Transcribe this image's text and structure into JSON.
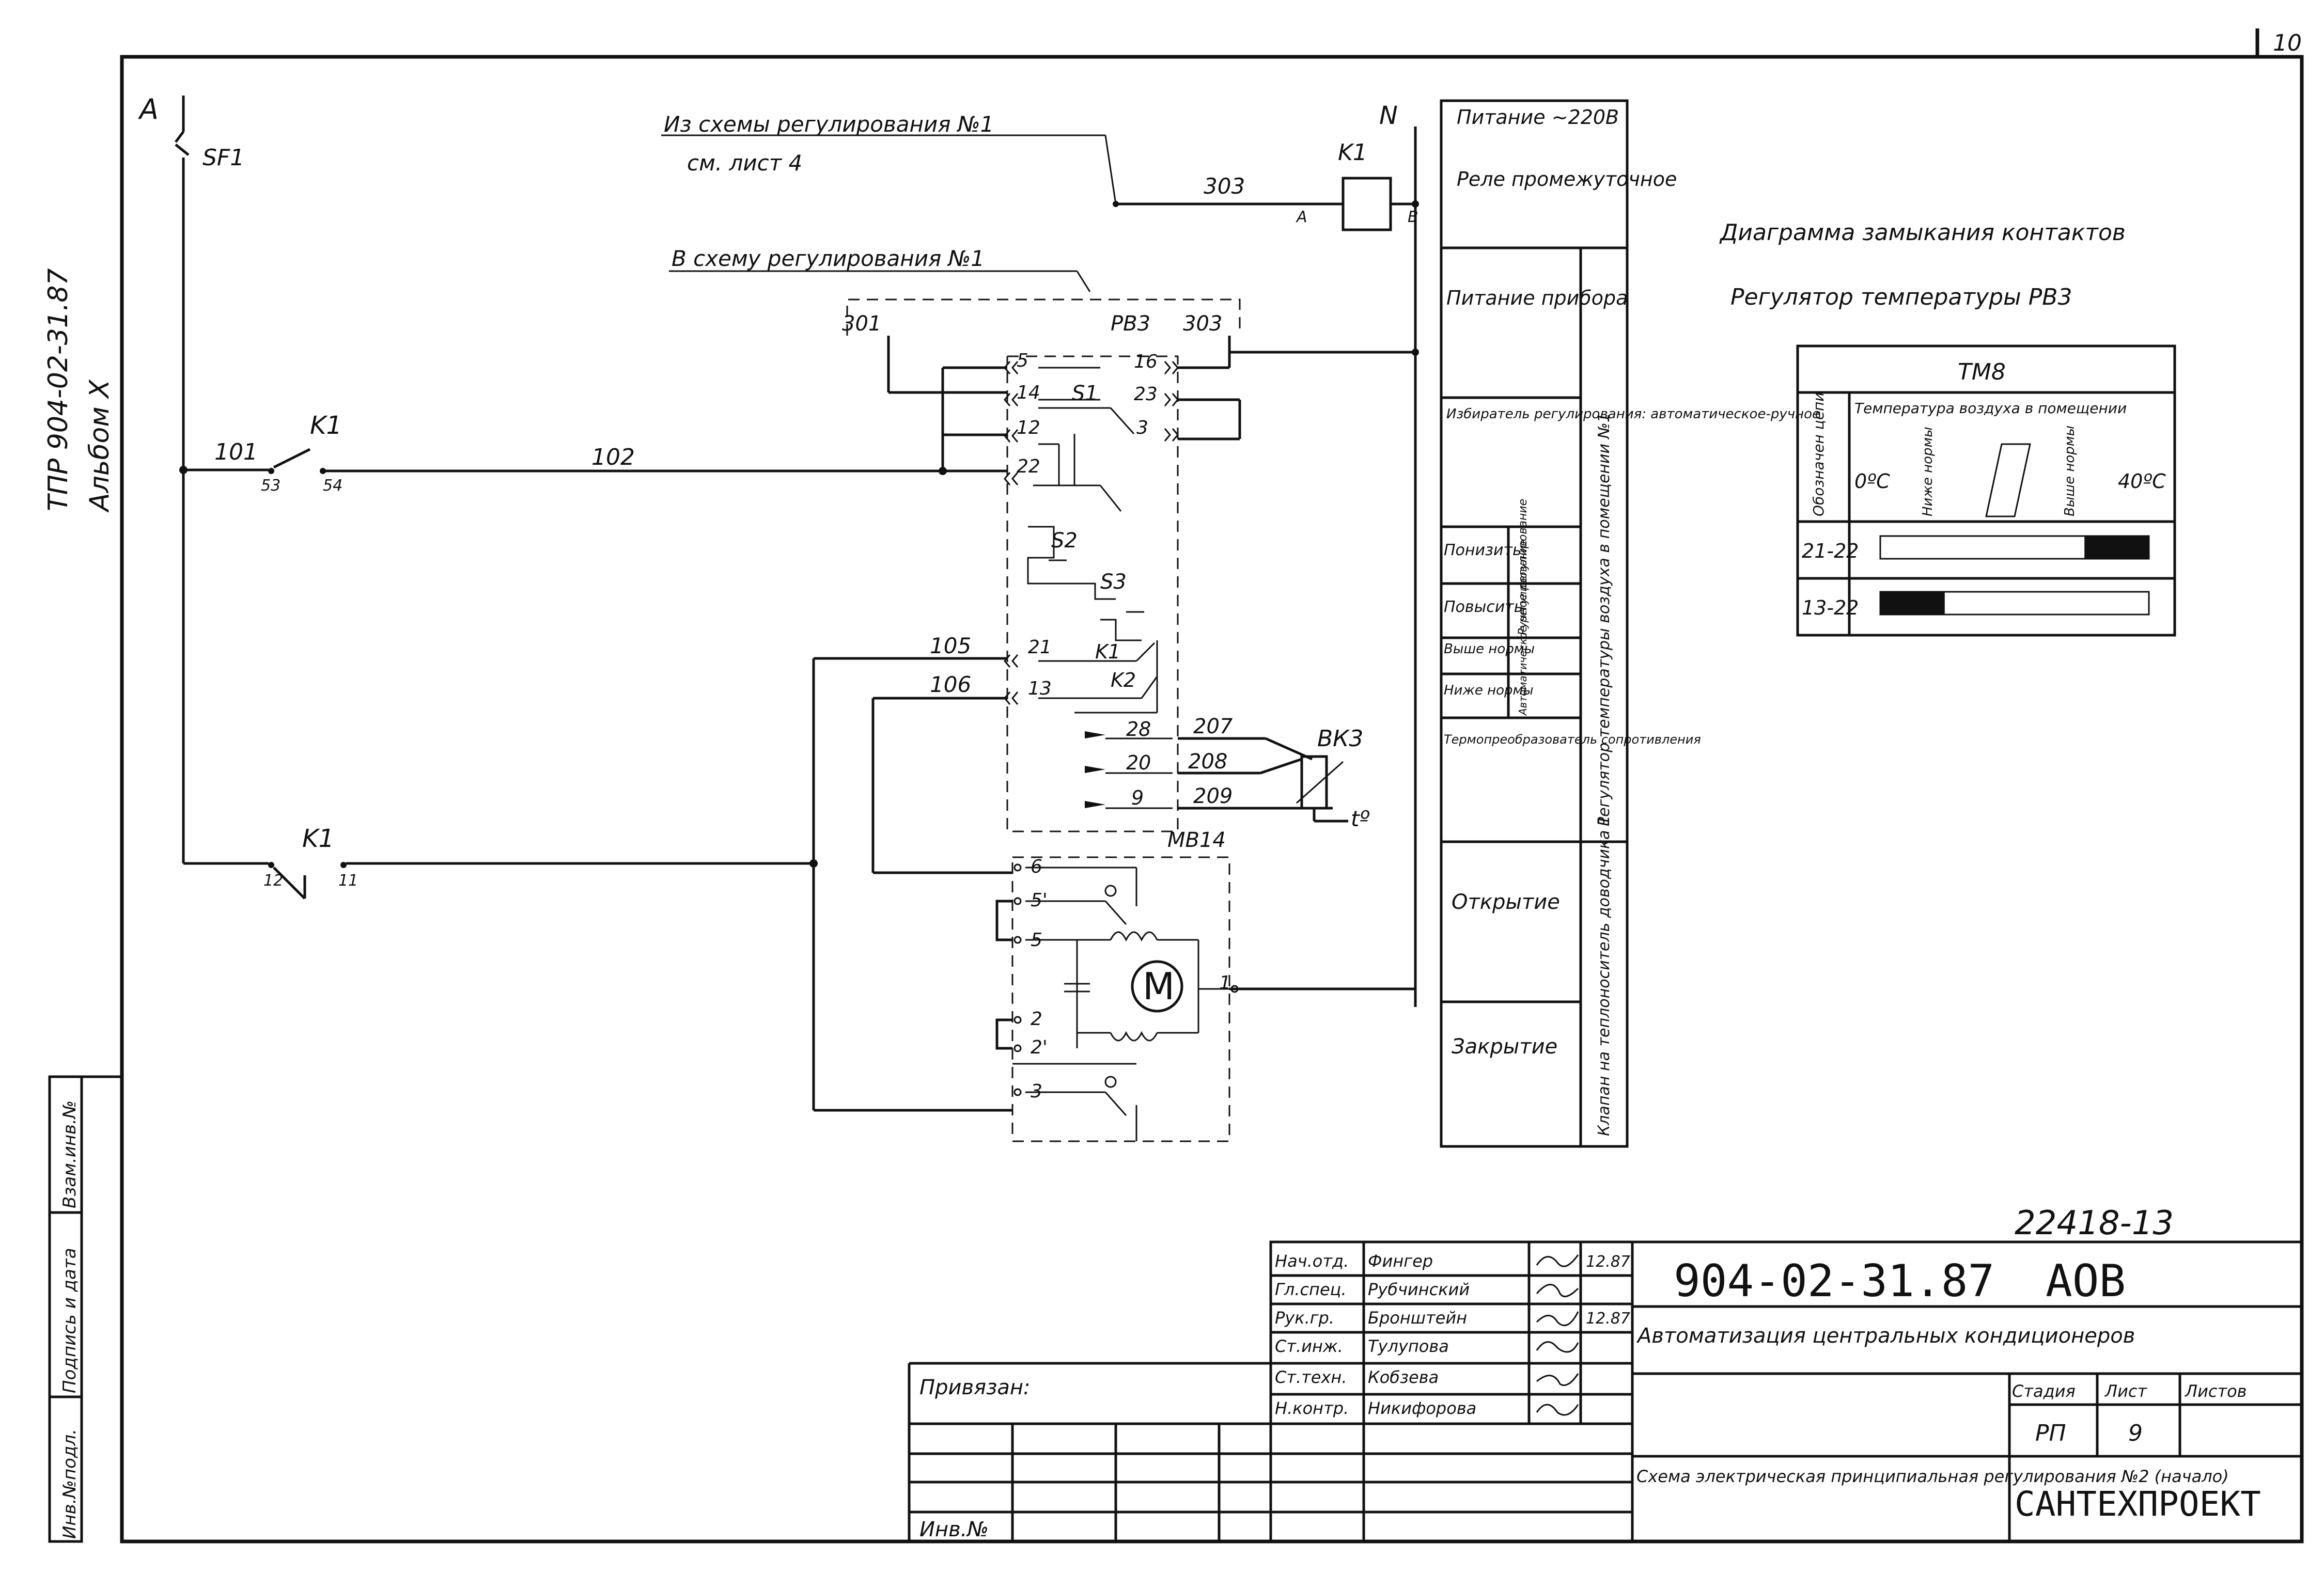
{
  "sheet": {
    "corner_number": "10",
    "left_code": "ТПР 904-02-31.87",
    "left_album": "Альбом Х",
    "left_stamp": [
      "Инв.№подл.",
      "Подпись и дата",
      "Взам.инв.№"
    ]
  },
  "diagram": {
    "node_A": "A",
    "node_N": "N",
    "sf1": "SF1",
    "k1_top": "K1",
    "k1_top_a": "А",
    "k1_top_b": "В",
    "k1_mid": "K1",
    "k1_bottom": "K1",
    "note_from_1": "Из схемы регулирования №1",
    "note_from_2": "см. лист 4",
    "note_to": "В схему регулирования №1",
    "wires": {
      "w303_top": "303",
      "w301": "301",
      "w303_rb": "303",
      "w101": "101",
      "w102": "102",
      "w105": "105",
      "w106": "106",
      "w207": "207",
      "w208": "208",
      "w209": "209"
    },
    "contacts": {
      "c53": "53",
      "c54": "54",
      "c12": "12",
      "c11": "11"
    },
    "rb3": "РВ3",
    "rb3_pins_left": [
      "5",
      "14",
      "12",
      "22",
      "21",
      "13"
    ],
    "rb3_pins_right": [
      "16",
      "23",
      "3"
    ],
    "rb3_pins_bottom": [
      "28",
      "20",
      "9"
    ],
    "switches": {
      "s1": "S1",
      "s2": "S2",
      "s3": "S3",
      "k1": "K1",
      "k2": "K2"
    },
    "bk3": "ВК3",
    "t": "tº",
    "mb": "МВ14",
    "motor_pins": [
      "6",
      "5'",
      "5",
      "2",
      "2'",
      "3"
    ],
    "motor_pin_right": "1",
    "motor_symbol": "M"
  },
  "legend": {
    "rows": [
      "Питание ~220В",
      "Реле промежуточное",
      "Питание прибора",
      "Избиратель регулирования: автоматическое-ручное",
      "Понизить",
      "Повысить",
      "Выше нормы",
      "Ниже нормы",
      "Термопреобразователь сопротивления",
      "Открытие",
      "Закрытие"
    ],
    "sub_manual": "Ручное регулирование",
    "sub_auto": "Автоматическое регулирование",
    "side_regulator": "Регулятор температуры воздуха в помещении №1",
    "side_valve": "Клапан на теплоноситель доводчика 1"
  },
  "contacts_diagram": {
    "title": "Диаграмма замыкания контактов",
    "subtitle": "Регулятор температуры РВ3",
    "table_head": "ТМ8",
    "col_circuit": "Обозначен цепи",
    "col_temp": "Температура воздуха в помещении",
    "zero": "0ºС",
    "below": "Ниже нормы",
    "above": "Выше нормы",
    "forty": "40ºС",
    "rows": [
      {
        "label": "21-22",
        "bar_from": 0.76,
        "bar_to": 1.0
      },
      {
        "label": "13-22",
        "bar_from": 0.0,
        "bar_to": 0.24
      }
    ]
  },
  "title_block": {
    "number_top": "22418-13",
    "code": "904-02-31.87",
    "mark": "АОВ",
    "roles": [
      "Нач.отд.",
      "Гл.спец.",
      "Рук.гр.",
      "Ст.инж.",
      "Ст.техн.",
      "Н.контр."
    ],
    "names": [
      "Фингер",
      "Рубчинский",
      "Бронштейн",
      "Тулупова",
      "Кобзева",
      "Никифорова"
    ],
    "dates": [
      "12.87",
      "",
      "12.87",
      "",
      "",
      ""
    ],
    "project": "Автоматизация центральных кондиционеров",
    "privyazan": "Привязан:",
    "inv_no": "Инв.№",
    "stage_label": "Стадия",
    "sheet_label": "Лист",
    "sheets_label": "Листов",
    "stage": "РП",
    "sheet": "9",
    "drawing_title": "Схема электрическая принципиальная регулирования №2 (начало)",
    "org": "САНТЕХПРОЕКТ"
  }
}
